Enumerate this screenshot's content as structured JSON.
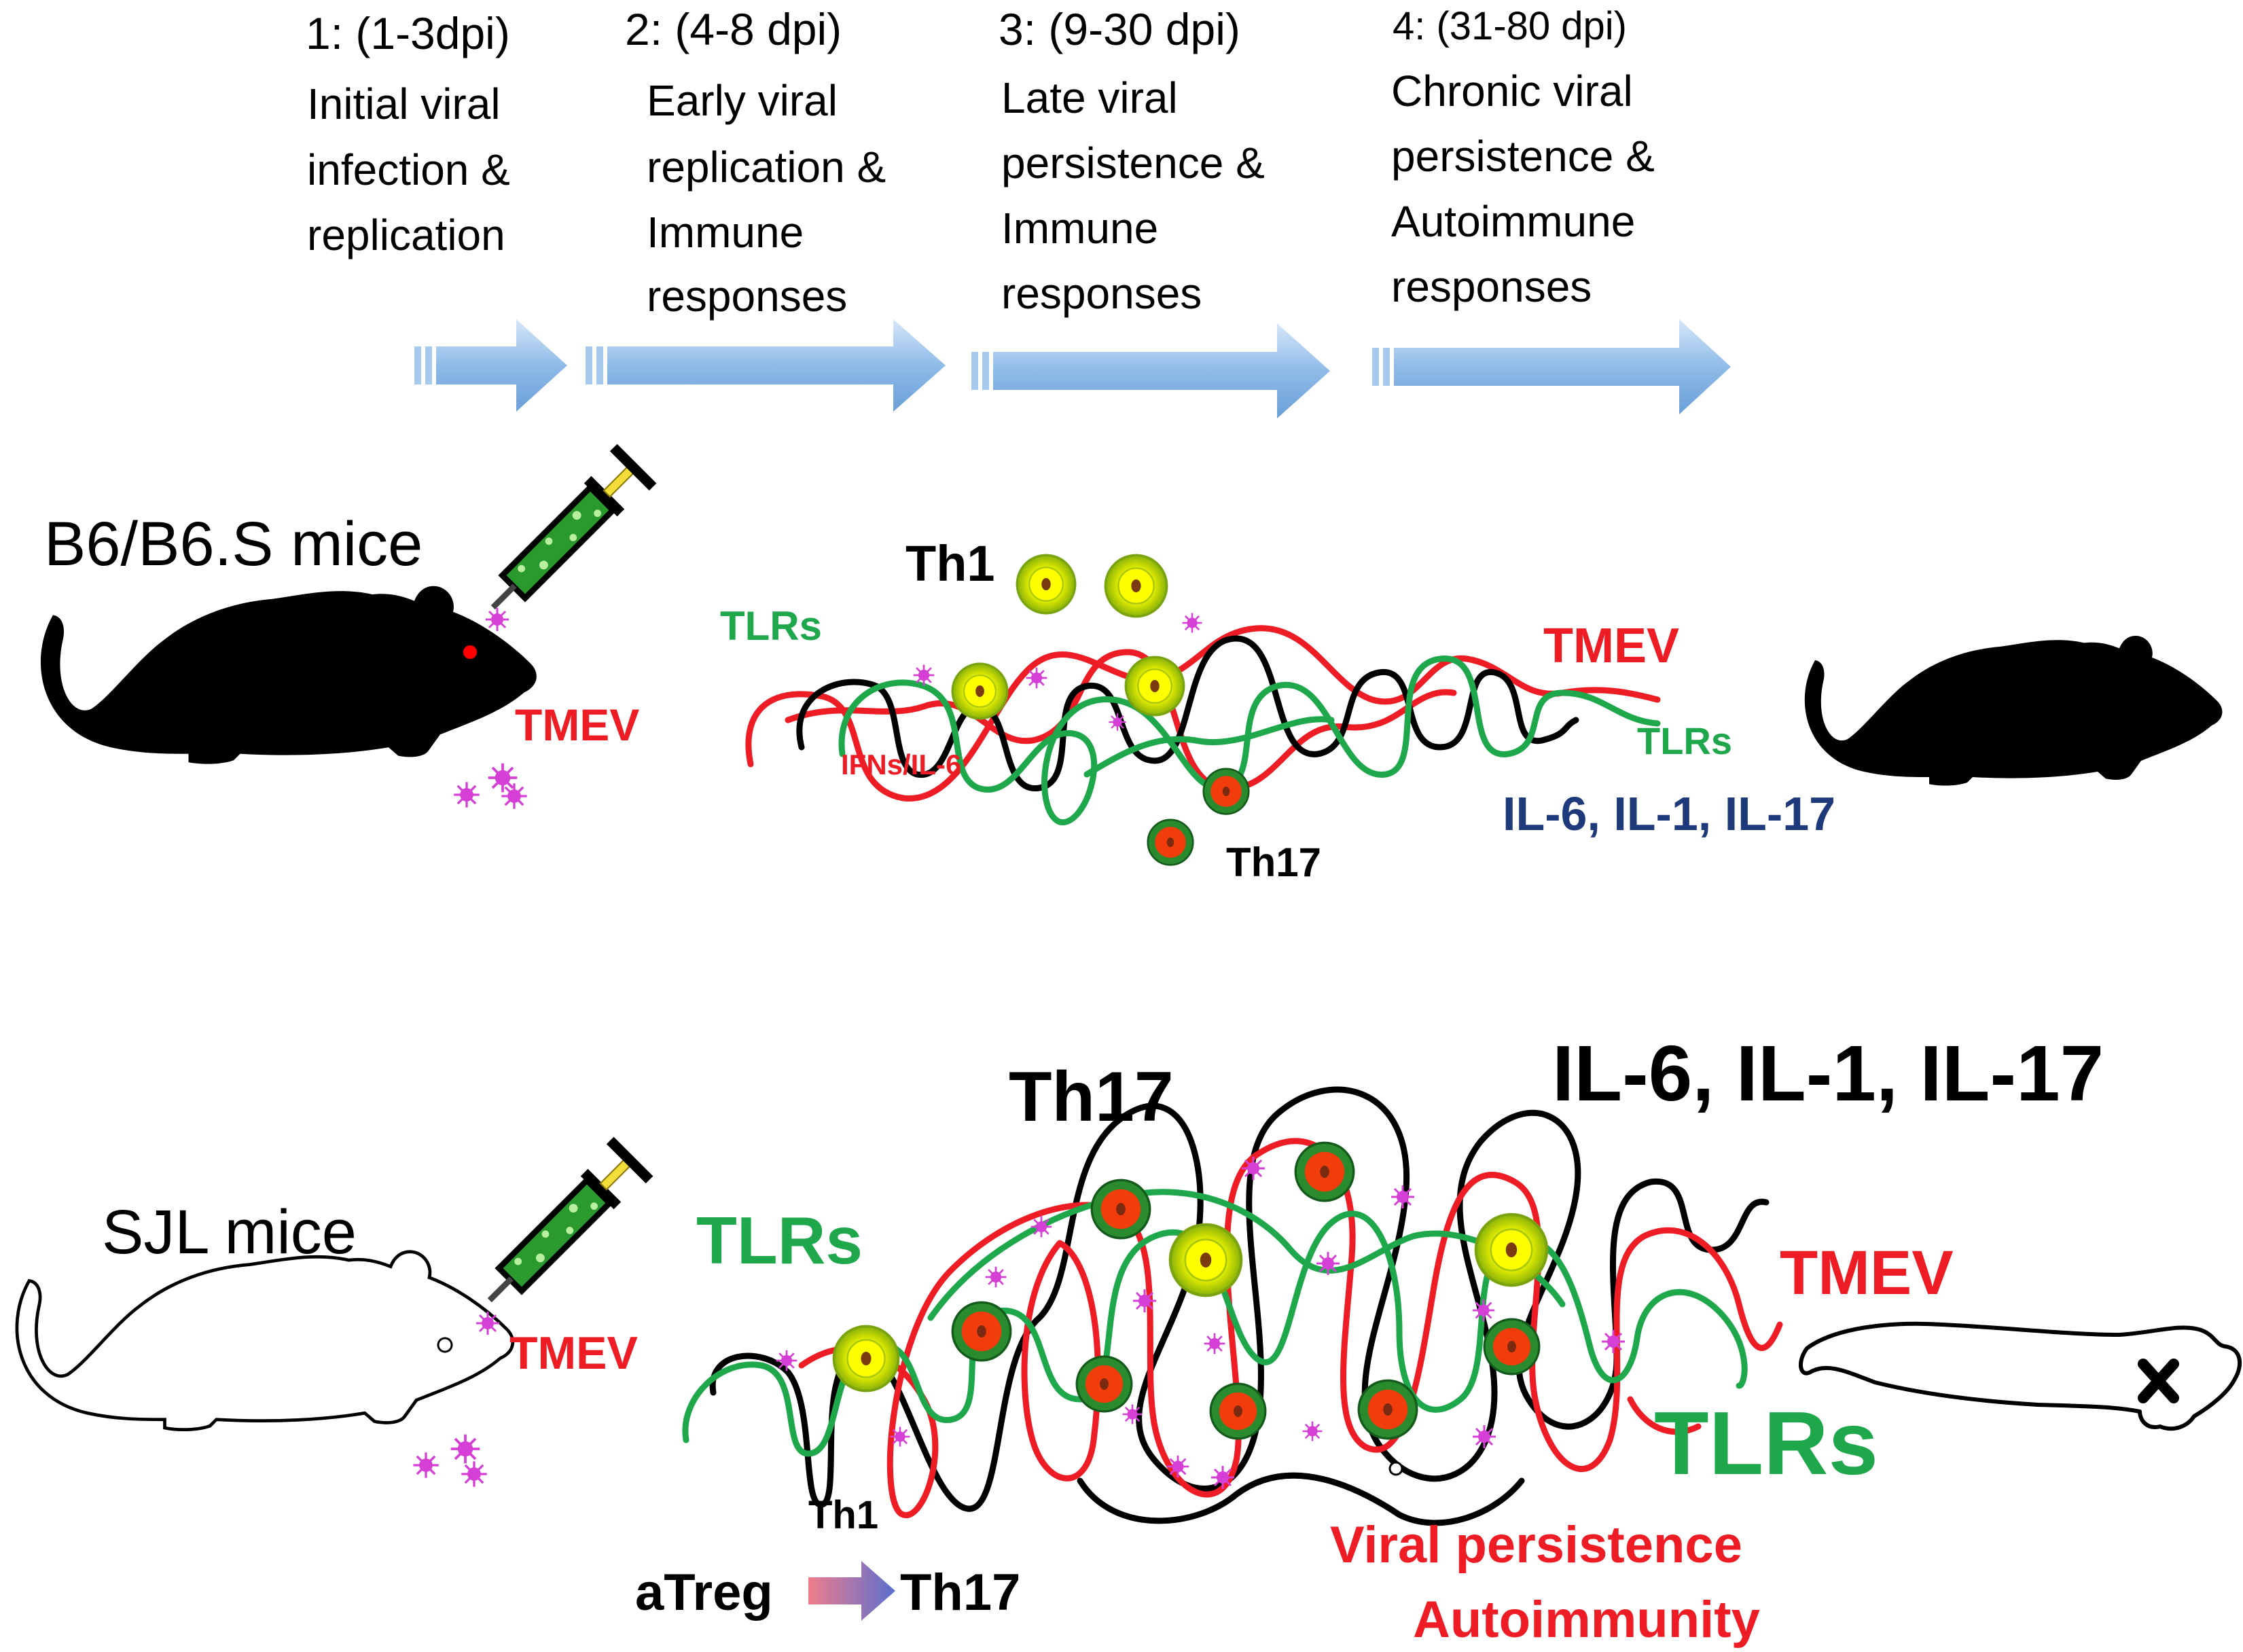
{
  "phases": [
    {
      "head": "1: (1-3dpi)",
      "lines": [
        "Initial viral",
        "infection &",
        "replication"
      ]
    },
    {
      "head": "2: (4-8 dpi)",
      "lines": [
        "Early viral",
        "replication &",
        "Immune",
        "responses"
      ]
    },
    {
      "head": "3: (9-30 dpi)",
      "lines": [
        "Late viral",
        "persistence &",
        "Immune",
        "responses"
      ]
    },
    {
      "head": "4: (31-80 dpi)",
      "lines": [
        "Chronic viral",
        "persistence &",
        "Autoimmune",
        "responses"
      ]
    }
  ],
  "top_panel": {
    "strain": "B6/B6.S mice",
    "tmev_inject": "TMEV",
    "th1": "Th1",
    "tlrs_left": "TLRs",
    "tmev_right": "TMEV",
    "tlrs_right": "TLRs",
    "ifns": "IFNs/IL-6",
    "cytokines": "IL-6, IL-1, IL-17",
    "th17": "Th17"
  },
  "bottom_panel": {
    "strain": "SJL mice",
    "tmev_inject": "TMEV",
    "th17_top": "Th17",
    "cytokines": "IL-6, IL-1, IL-17",
    "tlrs_left": "TLRs",
    "tmev_right": "TMEV",
    "tlrs_right": "TLRs",
    "th1": "Th1",
    "atreg": "aTreg",
    "th17_target": "Th17",
    "outcome_1": "Viral persistence",
    "outcome_2": "Autoimmunity"
  },
  "colors": {
    "red": "#ee1c24",
    "green": "#1ea84b",
    "navy": "#1f3a7a",
    "black": "#000000",
    "arrow": "#8db8e6",
    "virus": "#d63fd6"
  }
}
